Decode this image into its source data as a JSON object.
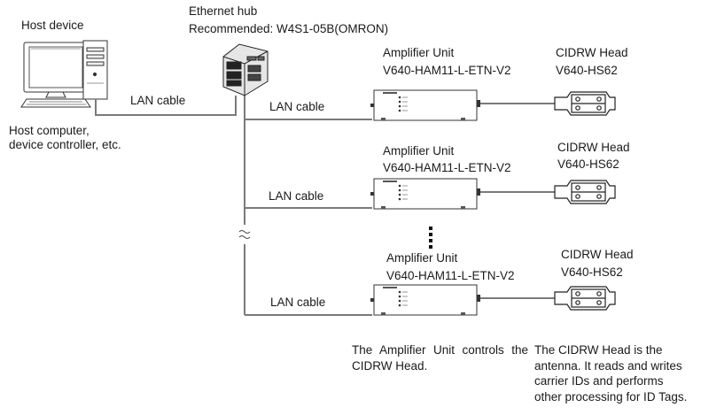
{
  "host": {
    "title": "Host device",
    "description_line1": "Host computer,",
    "description_line2": "device controller, etc."
  },
  "hub": {
    "title": "Ethernet hub",
    "recommended": "Recommended: W4S1-05B(OMRON)"
  },
  "lan_cable_label": "LAN cable",
  "units": [
    {
      "amp_title": "Amplifier Unit",
      "amp_model": "V640-HAM11-L-ETN-V2",
      "head_title": "CIDRW Head",
      "head_model": "V640-HS62"
    },
    {
      "amp_title": "Amplifier Unit",
      "amp_model": "V640-HAM11-L-ETN-V2",
      "head_title": "CIDRW Head",
      "head_model": "V640-HS62"
    },
    {
      "amp_title": "Amplifier Unit",
      "amp_model": "V640-HAM11-L-ETN-V2",
      "head_title": "CIDRW Head",
      "head_model": "V640-HS62"
    }
  ],
  "notes": {
    "amplifier": "The Amplifier Unit controls the CIDRW Head.",
    "head": "The CIDRW Head is the antenna. It reads and writes carrier IDs and performs other processing for ID Tags."
  },
  "colors": {
    "line": "#3a3a3a",
    "cable": "#7a7a7a",
    "fill": "#ffffff"
  }
}
